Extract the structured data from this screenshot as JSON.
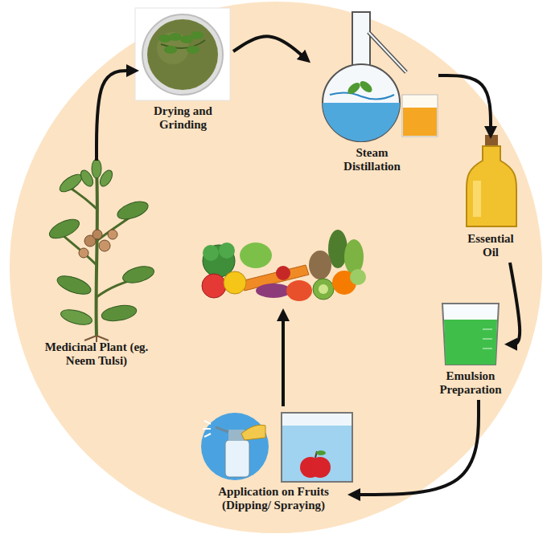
{
  "diagram": {
    "nodes": [
      {
        "text": [
          "Medicinal Plant (eg. Neem Tulsi)"
        ]
      },
      {
        "text": [
          "Drying and Grinding"
        ]
      },
      {
        "text": [
          "Steam Distillation"
        ]
      },
      {
        "text": [
          "Essential Oil"
        ]
      },
      {
        "text": [
          "Emulsion Preparation"
        ]
      },
      {
        "text": [
          "Application on Fruits (Dipping/ Spraying)"
        ]
      }
    ],
    "edges": [
      {
        "from": 0,
        "to": 1,
        "arrow": "to"
      },
      {
        "from": 1,
        "to": 2,
        "arrow": "to"
      },
      {
        "from": 2,
        "to": 3,
        "arrow": "to"
      },
      {
        "from": 3,
        "to": 4,
        "arrow": "to"
      },
      {
        "from": 4,
        "to": 5,
        "arrow": "to"
      }
    ]
  }
}
